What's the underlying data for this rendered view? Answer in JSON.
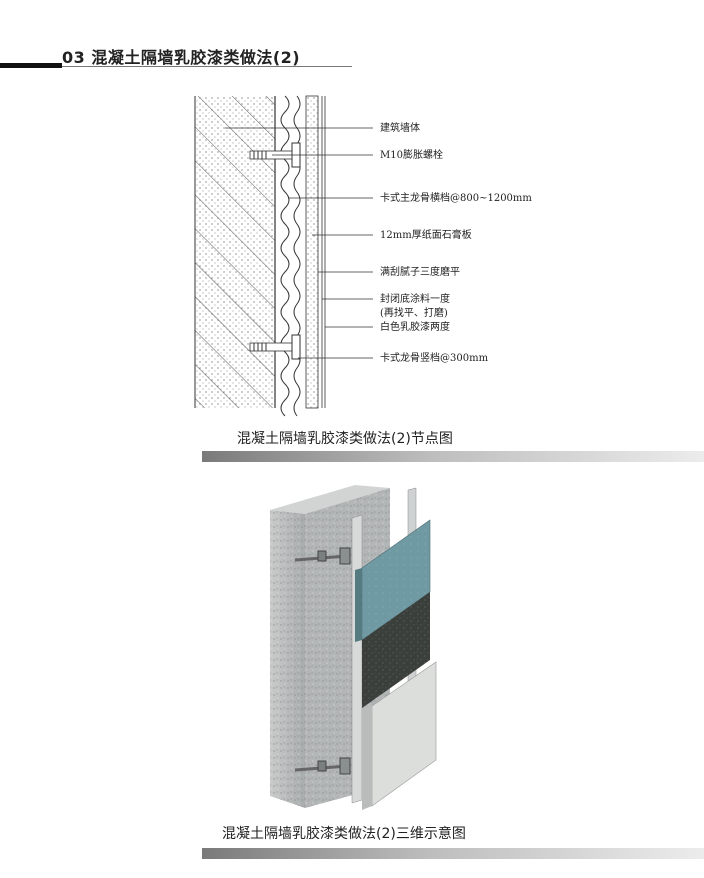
{
  "header": {
    "title": "03 混凝土隔墙乳胶漆类做法(2)"
  },
  "section_drawing": {
    "labels": [
      "建筑墙体",
      "M10膨胀螺栓",
      "卡式主龙骨横档@800~1200mm",
      "12mm厚纸面石膏板",
      "满刮腻子三度磨平",
      "封闭底涂料一度",
      "(再找平、打磨)",
      "白色乳胶漆两度",
      "卡式龙骨竖档@300mm"
    ],
    "caption": "混凝土隔墙乳胶漆类做法(2)节点图"
  },
  "isometric_drawing": {
    "caption": "混凝土隔墙乳胶漆类做法(2)三维示意图"
  },
  "colors": {
    "board_teal": "#6f9aa3",
    "putty_dark": "#3b3f3b",
    "paint_light": "#d6d8d6",
    "concrete": "#b9bcbc"
  }
}
